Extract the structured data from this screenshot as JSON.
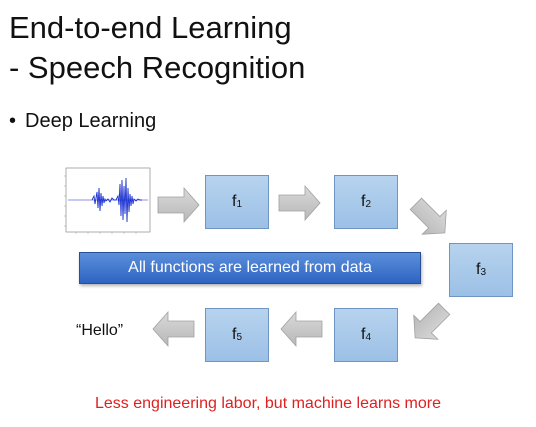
{
  "title_line1": "End-to-end Learning",
  "title_line2": "- Speech Recognition",
  "bullet": "Deep Learning",
  "boxes": [
    {
      "label": "f",
      "sub": "1"
    },
    {
      "label": "f",
      "sub": "2"
    },
    {
      "label": "f",
      "sub": "3"
    },
    {
      "label": "f",
      "sub": "4"
    },
    {
      "label": "f",
      "sub": "5"
    }
  ],
  "banner": "All functions are learned from data",
  "output": "“Hello”",
  "footer": "Less engineering labor, but machine learns more",
  "colors": {
    "box_fill": "#a9c9ea",
    "banner_fill": "#3f74cf",
    "arrow_fill": "#c8c8c8",
    "footer_text": "#e02020",
    "waveform": "#1a2fd0"
  }
}
